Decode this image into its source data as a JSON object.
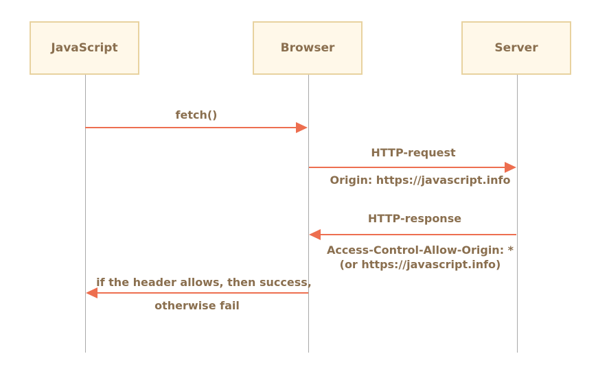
{
  "colors": {
    "actor_border": "#e8d29f",
    "actor_fill": "#fff8e9",
    "text": "#8a6f4f",
    "arrow": "#ed6e4f",
    "lifeline": "#a8a8a8"
  },
  "actors": {
    "javascript": "JavaScript",
    "browser": "Browser",
    "server": "Server"
  },
  "messages": {
    "fetch": {
      "label": "fetch()"
    },
    "request": {
      "label": "HTTP-request",
      "sublabel": "Origin: https://javascript.info"
    },
    "response": {
      "label": "HTTP-response",
      "sublabel_line1": "Access-Control-Allow-Origin: *",
      "sublabel_line2": "(or https://javascript.info)"
    },
    "result": {
      "label_line1": "if the header allows, then success,",
      "label_line2": "otherwise fail"
    }
  }
}
